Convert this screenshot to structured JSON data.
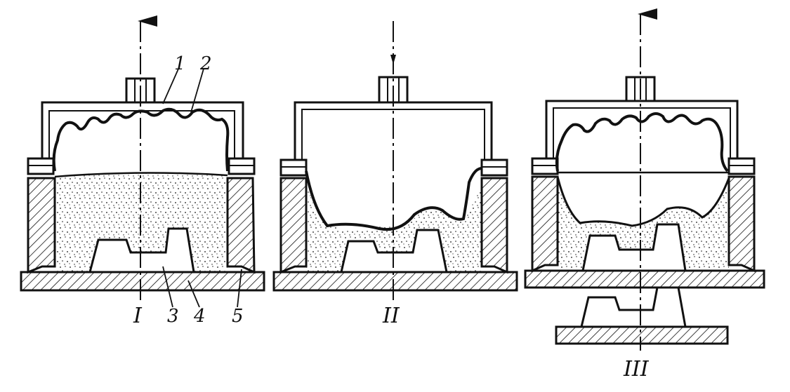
{
  "labels": {
    "part1": "1",
    "part2": "2",
    "part3": "3",
    "part4": "4",
    "part5": "5",
    "stage1": "I",
    "stage2": "II",
    "stage3": "III"
  },
  "colors": {
    "ink": "#111111",
    "paper": "#ffffff"
  }
}
